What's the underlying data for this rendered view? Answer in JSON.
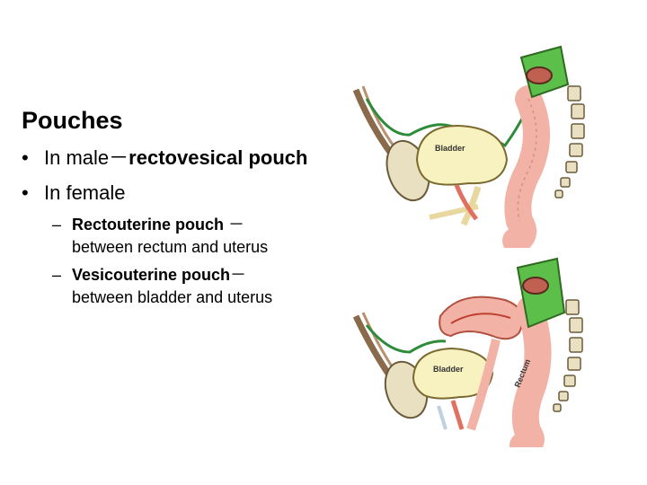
{
  "slide": {
    "title": "Pouches",
    "bullets": [
      {
        "prefix": "In male",
        "separator": "－",
        "bold": "rectovesical pouch"
      },
      {
        "text": "In female",
        "subitems": [
          {
            "bold": "Rectouterine pouch",
            "separator": " －",
            "rest": "between rectum and uterus"
          },
          {
            "bold": "Vesicouterine pouch",
            "separator": "－",
            "rest": "between bladder and uterus"
          }
        ]
      }
    ]
  },
  "figures": {
    "male": {
      "bladder_label": "Bladder"
    },
    "female": {
      "bladder_label": "Bladder",
      "rectum_label": "Rectum"
    }
  },
  "colors": {
    "peritoneum_green": "#2e8b3a",
    "rectum_pink": "#f2b3a6",
    "bladder_yellow": "#f8f1c0",
    "bone_beige": "#e8e0c0"
  }
}
